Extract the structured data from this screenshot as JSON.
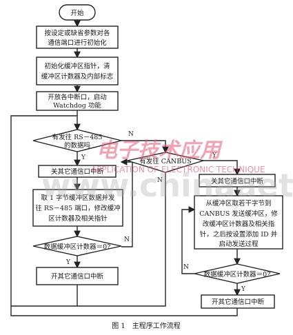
{
  "start": "开始",
  "init_ports": [
    "按设定或缺省参数对各",
    "通信端口进行初始化"
  ],
  "init_buffer": [
    "初始化缓冲区指针，清",
    "缓冲区计数器及内部标志"
  ],
  "enable_irq": [
    "开放各中断口，启动",
    "Watchdog 功能"
  ],
  "dec_rs485": [
    "有发往 RS－485",
    "的数据吗"
  ],
  "dec_canbus": "有发往 CANBUS",
  "close_irq_left": "关其它通信口中断",
  "close_irq_right": "关其它通信口中断",
  "take_byte_rs485": [
    "取 1 字节缓冲区数据并发",
    "往 RS－485 端口，修改缓冲",
    "区计数器及相关指针"
  ],
  "take_byte_can": [
    "从缓冲区取若干字节到",
    "CANBUS 发送缓冲区，修",
    "改缓冲区计数器及相关指",
    "针，之后按设置添加 ID 并",
    "启动发送过程"
  ],
  "dec_count_left": "数据缓冲区计数器＝0?",
  "dec_count_right": "数据缓冲区计数器＝0?",
  "open_irq_left": "开其它通信口中断",
  "open_irq_right": "开其它通信口中断",
  "labels": {
    "yes": "Y",
    "no": "N"
  },
  "caption": "图 1　主程序工作流程",
  "watermark": {
    "logo": "电子技术应用",
    "subtitle": "APPLICATION OF ELECTRONIC TECHNIQUE",
    "url": "www.chinaaet.com"
  }
}
